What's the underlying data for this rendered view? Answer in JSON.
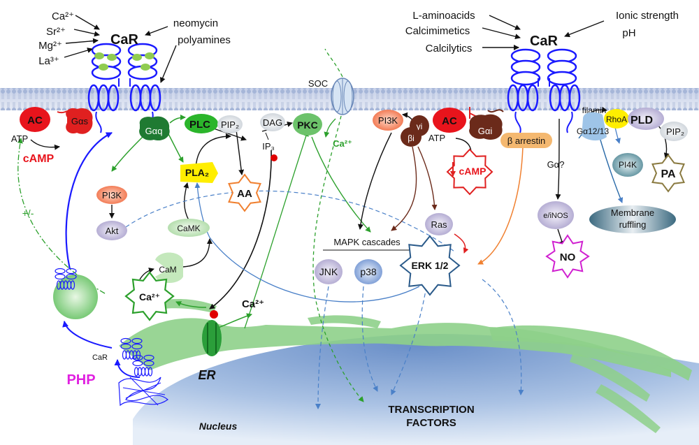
{
  "left": {
    "ions": [
      "Ca²⁺",
      "Sr²⁺",
      "Mg²⁺",
      "La³⁺"
    ],
    "receptor": "CaR",
    "ligands": [
      "neomycin",
      "polyamines"
    ],
    "ac": "AC",
    "gas": "Gαs",
    "atp": "ATP",
    "camp": "cAMP",
    "gaq": "Gαq",
    "plc": "PLC",
    "pip2": "PIP₂",
    "dag": "DAG",
    "pkc": "PKC",
    "ip3": "IP₃",
    "pla2": "PLA₂",
    "aa": "AA",
    "pi3k": "PI3K",
    "akt": "Akt",
    "camk": "CaMK",
    "cam": "CaM",
    "ca_star": "Ca²⁺",
    "ca_er": "Ca²⁺",
    "plusminus": "+/-",
    "car_small": "CaR",
    "php": "PHP",
    "er": "ER",
    "nucleus": "Nucleus"
  },
  "center": {
    "soc": "SOC",
    "soc_ca": "Ca²⁺",
    "mapk": "MAPK cascades",
    "jnk": "JNK",
    "p38": "p38",
    "erk": "ERK 1/2",
    "transcription": [
      "TRANSCRIPTION",
      "FACTORS"
    ]
  },
  "right": {
    "ligands": [
      "L-aminoacids",
      "Calcimimetics",
      "Calcilytics"
    ],
    "ionic": "Ionic strength",
    "ph": "pH",
    "receptor": "CaR",
    "pi3k": "PI3K",
    "gamma": "γi",
    "beta": "βi",
    "ac": "AC",
    "atp": "ATP",
    "gai": "Gαi",
    "camp": "cAMP",
    "ras": "Ras",
    "barrestin": "β arrestin",
    "filamin": "filamin",
    "rhoa": "RhoA",
    "ga1213": "Gα12/13",
    "pld": "PLD",
    "pip2": "PIP₂",
    "pi4k": "PI4K",
    "pa": "PA",
    "gq": "Gα?",
    "nos": "e/iNOS",
    "no": "NO",
    "membrane": [
      "Membrane",
      "ruffling"
    ]
  }
}
